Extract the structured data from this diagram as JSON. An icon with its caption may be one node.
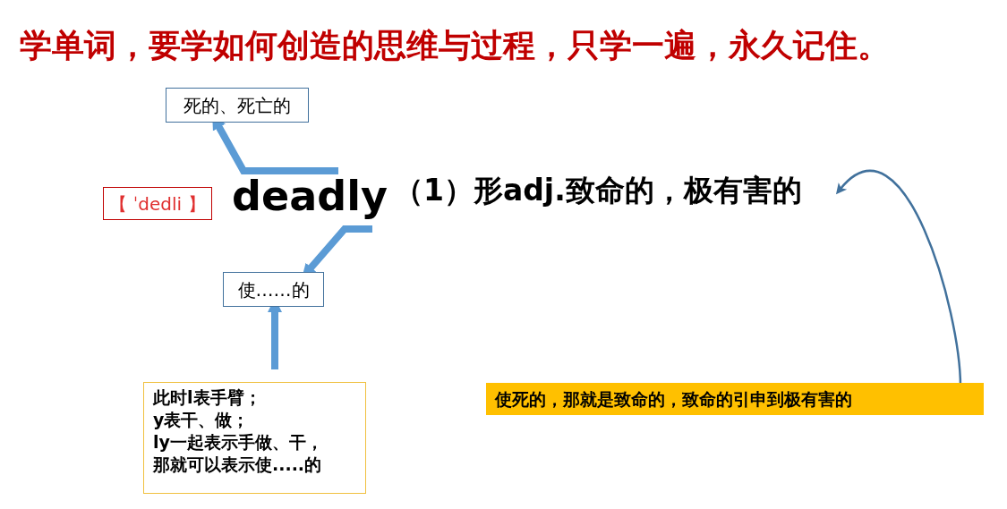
{
  "diagram": {
    "title": "学单词，要学如何创造的思维与过程，只学一遍，永久记住。",
    "nodes": [
      {
        "text": [
          "死的、死亡的"
        ]
      },
      {
        "text": [
          "【 ˈdedli 】"
        ]
      },
      {
        "text": [
          "deadly"
        ]
      },
      {
        "text": [
          "（1）形adj.致命的，极有害的"
        ]
      },
      {
        "text": [
          "使……的"
        ]
      },
      {
        "text": [
          "此时l表手臂；",
          "y表干、做；",
          "ly一起表示手做、干，",
          "那就可以表示使.....的"
        ]
      },
      {
        "text": [
          "使死的，那就是致命的，致命的引申到极有害的"
        ]
      }
    ],
    "edges": [
      {
        "from": 2,
        "to": 0,
        "arrow": "to"
      },
      {
        "from": 2,
        "to": 4,
        "arrow": "to"
      },
      {
        "from": 5,
        "to": 4,
        "arrow": "to"
      },
      {
        "from": 6,
        "to": 3,
        "arrow": "to",
        "color": "#41719c"
      }
    ]
  }
}
